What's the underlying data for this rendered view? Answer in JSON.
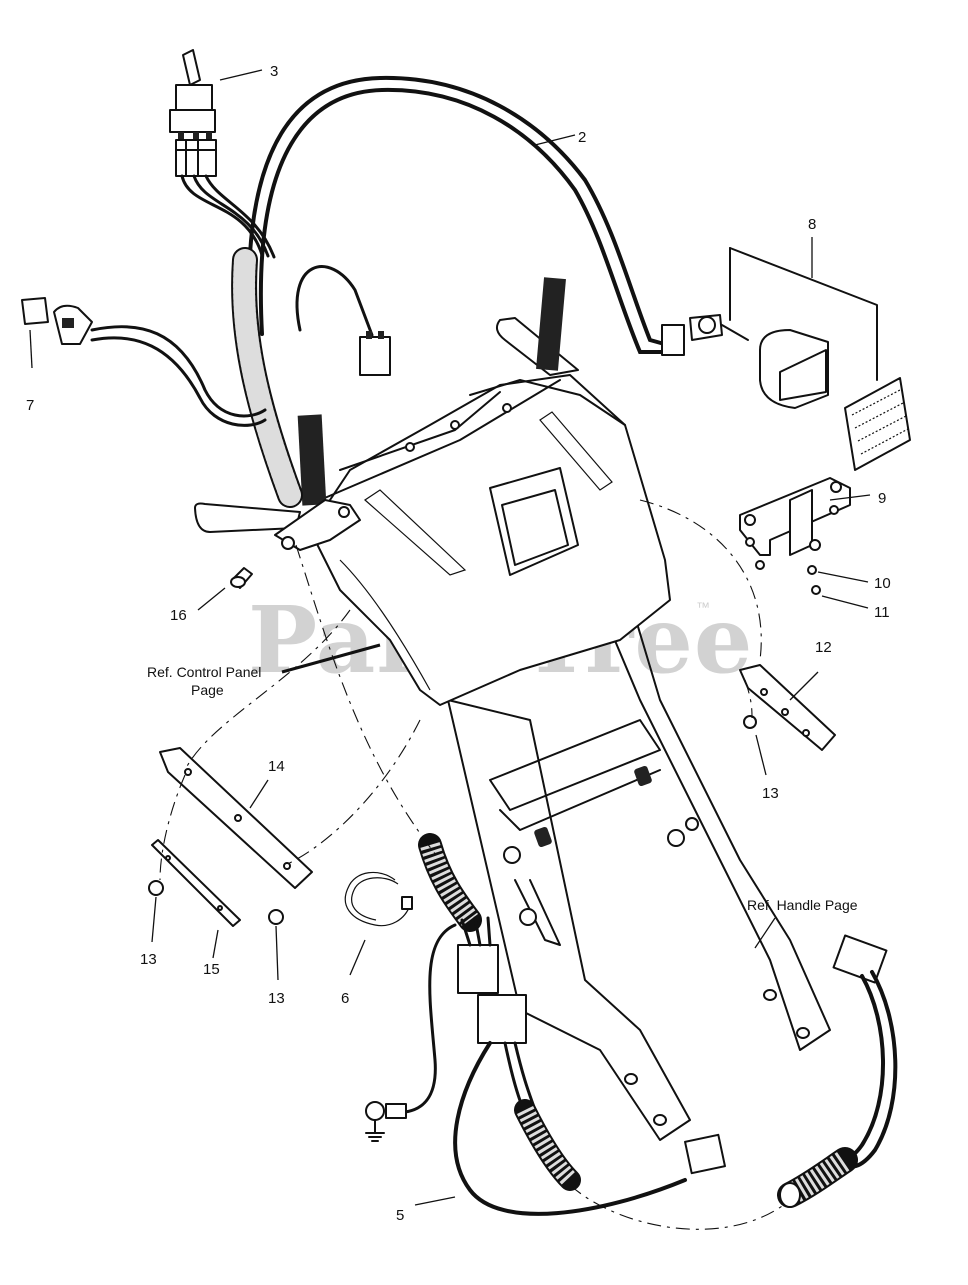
{
  "watermark": "PartsTree",
  "watermark_tm": "™",
  "callouts": {
    "c2": "2",
    "c3": "3",
    "c5": "5",
    "c6": "6",
    "c7": "7",
    "c8": "8",
    "c9": "9",
    "c10": "10",
    "c11": "11",
    "c12": "12",
    "c13a": "13",
    "c13b": "13",
    "c13c": "13",
    "c14": "14",
    "c15": "15",
    "c16": "16"
  },
  "references": {
    "control_panel_line1": "Ref. Control Panel",
    "control_panel_line2": "Page",
    "handle": "Ref. Handle Page"
  }
}
